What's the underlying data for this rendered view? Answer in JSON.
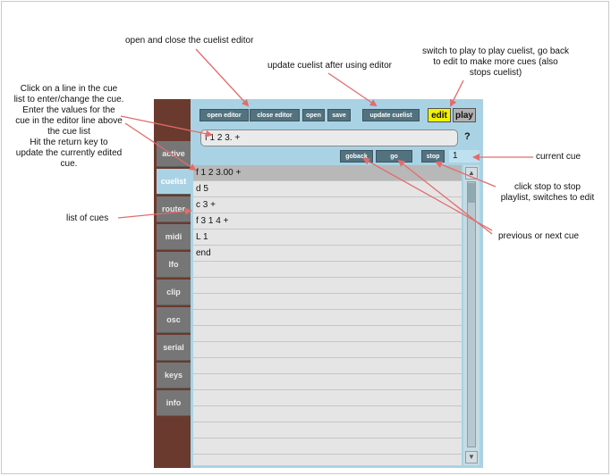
{
  "annotations": {
    "open_close": "open and close the cuelist editor",
    "update": "update cuelist after using editor",
    "play_lines": [
      "switch to play to play cuelist, go back",
      "to edit to make more cues (also",
      "stops cuelist)"
    ],
    "click_lines": [
      "Click on a line in the cue",
      "list to enter/change the cue.",
      "Enter the values for the",
      "cue in the editor line above",
      "the cue list",
      "Hit the return key to",
      "update the currently edited",
      "cue."
    ],
    "current_cue": "current cue",
    "stop_lines": [
      "click stop to stop",
      "playlist, switches to edit"
    ],
    "list_of_cues": "list of cues",
    "prev_next": "previous or next cue"
  },
  "toolbar": {
    "open_editor": "open editor",
    "close_editor": "close editor",
    "open": "open",
    "save": "save",
    "update_cuelist": "update cuelist",
    "edit": "edit",
    "play": "play"
  },
  "editor": {
    "value": "f 1 2 3. +",
    "help": "?"
  },
  "transport": {
    "goback": "goback",
    "go": "go",
    "stop": "stop",
    "current_cue": "1"
  },
  "tabs": [
    "active",
    "cuelist",
    "router",
    "midi",
    "lfo",
    "clip",
    "osc",
    "serial",
    "keys",
    "info"
  ],
  "cues": [
    "f 1 2 3.00 +",
    "d 5",
    "c 3 +",
    "f 3 1 4 +",
    "L 1",
    "end"
  ],
  "colors": {
    "panel": "#a9d3e4",
    "button": "#52727f",
    "edit_active": "#f2f200",
    "arrow": "#e36c6c",
    "sidebar": "#6b3a2e"
  }
}
